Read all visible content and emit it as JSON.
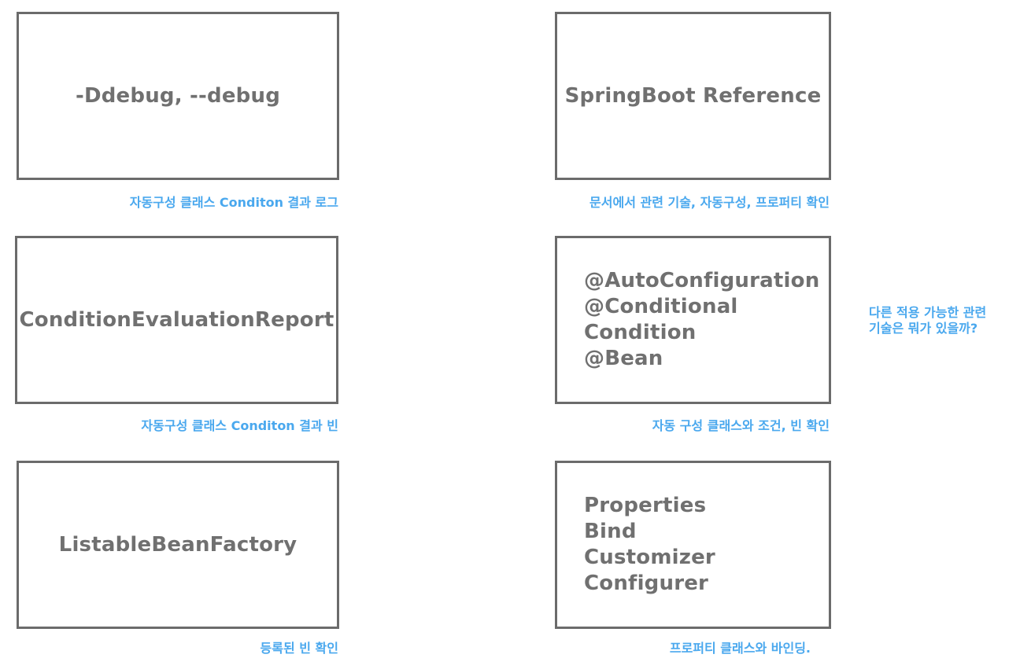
{
  "cards": [
    {
      "lines": [
        "-Ddebug, --debug"
      ],
      "caption": "자동구성 클래스 Conditon 결과 로그"
    },
    {
      "lines": [
        "SpringBoot Reference"
      ],
      "caption": "문서에서 관련 기술, 자동구성, 프로퍼티 확인"
    },
    {
      "lines": [
        "ConditionEvaluationReport"
      ],
      "caption": "자동구성 클래스 Conditon 결과 빈"
    },
    {
      "lines": [
        "@AutoConfiguration",
        "@Conditional",
        "Condition",
        "@Bean"
      ],
      "caption": "자동 구성 클래스와 조건, 빈 확인"
    },
    {
      "lines": [
        "ListableBeanFactory"
      ],
      "caption": "등록된 빈 확인"
    },
    {
      "lines": [
        "Properties",
        "Bind",
        "Customizer",
        "Configurer"
      ],
      "caption": "프로퍼티 클래스와 바인딩."
    }
  ],
  "side_note": [
    "다른 적용 가능한 관련",
    "기술은 뭐가 있을까?"
  ]
}
